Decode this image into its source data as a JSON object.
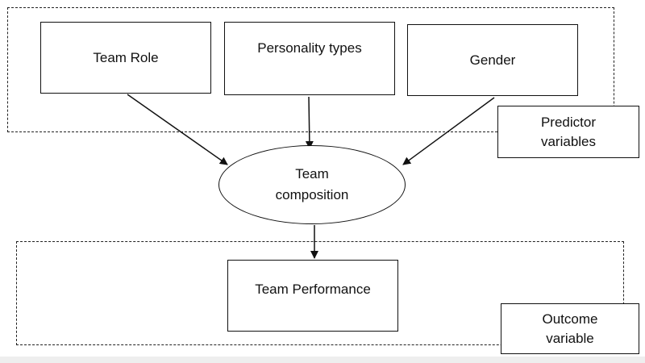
{
  "predictors": {
    "team_role": "Team Role",
    "personality_types": "Personality types",
    "gender": "Gender"
  },
  "mediator": {
    "line1": "Team",
    "line2": "composition"
  },
  "outcome": {
    "team_performance": "Team Performance"
  },
  "legend": {
    "predictor_line1": "Predictor",
    "predictor_line2": "variables",
    "outcome_line1": "Outcome",
    "outcome_line2": "variable"
  }
}
